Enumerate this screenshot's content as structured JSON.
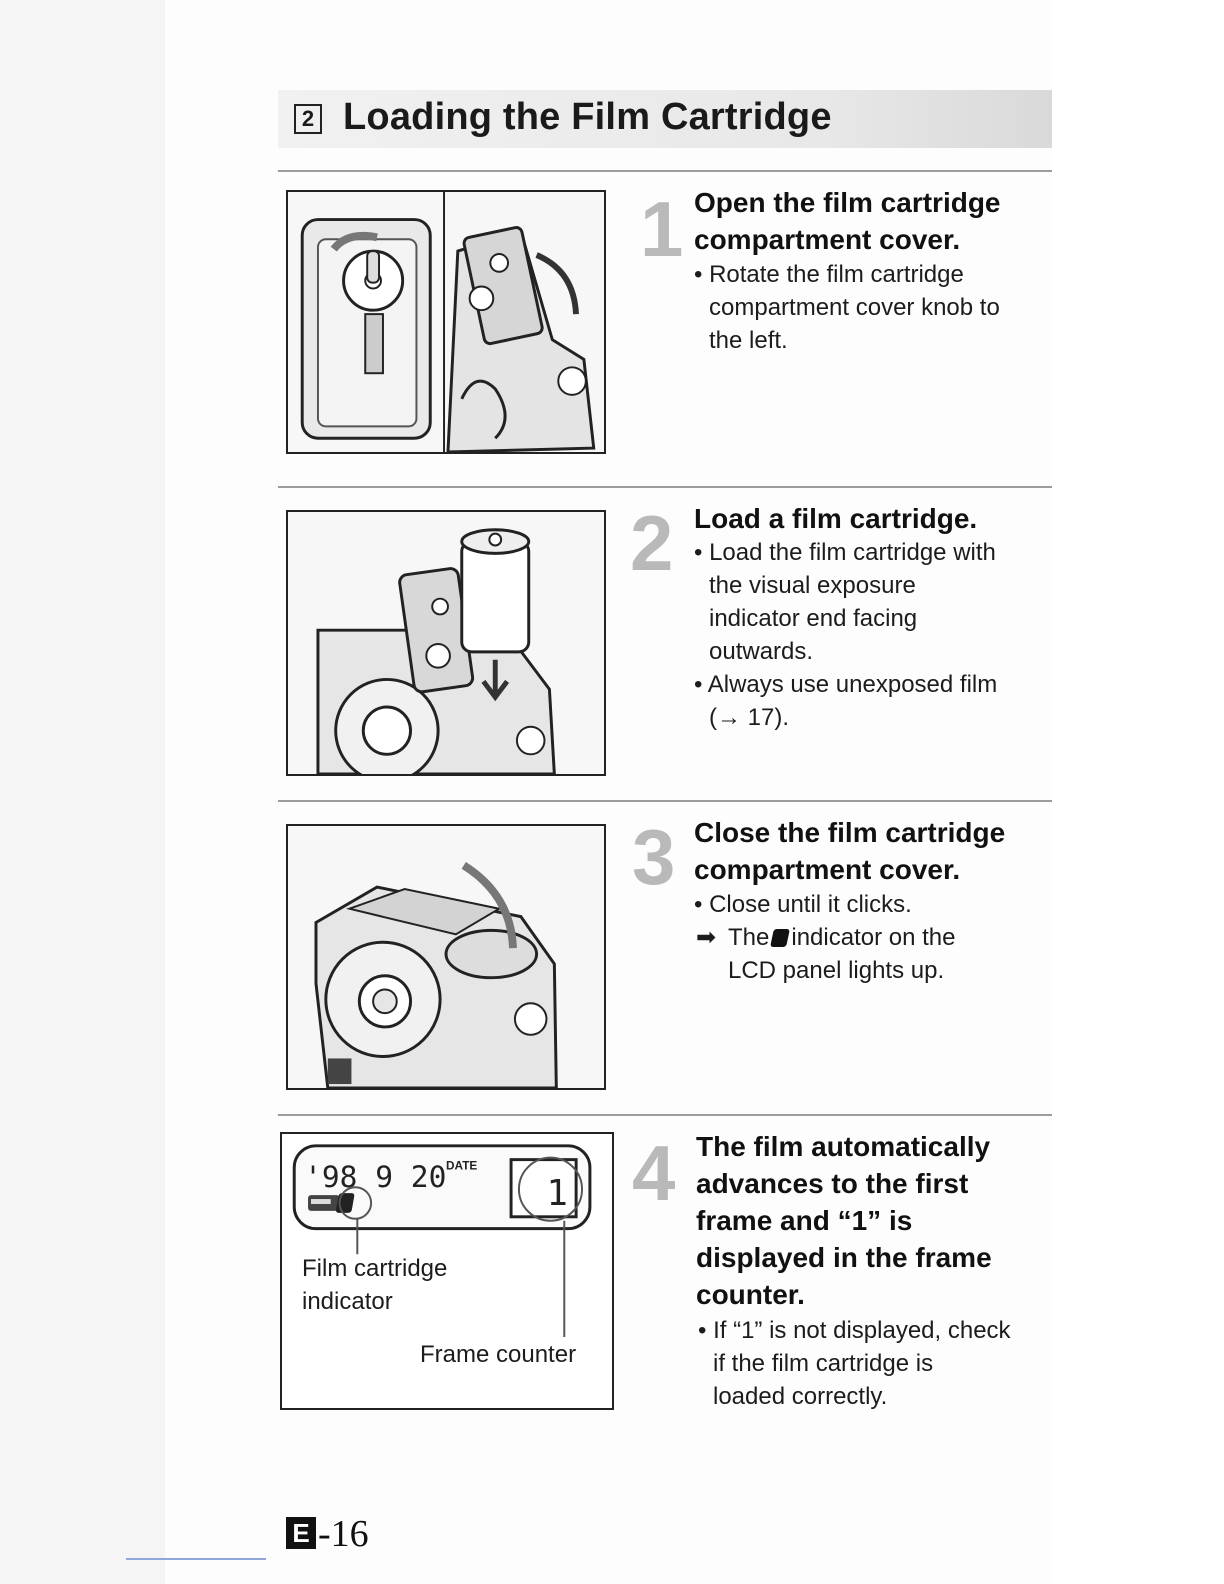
{
  "section": {
    "number": "2",
    "title": "Loading the Film Cartridge"
  },
  "steps": [
    {
      "number": "1",
      "heading": [
        "Open the film cartridge",
        "compartment cover."
      ],
      "bullets": [
        {
          "lines": [
            "• Rotate the film cartridge",
            "compartment cover knob to",
            "the left."
          ]
        }
      ]
    },
    {
      "number": "2",
      "heading": [
        "Load a film cartridge."
      ],
      "bullets": [
        {
          "lines": [
            "• Load the film cartridge with",
            "the visual exposure",
            "indicator end facing",
            "outwards."
          ]
        },
        {
          "lines": [
            "• Always use unexposed film",
            "(→ 17)."
          ]
        }
      ]
    },
    {
      "number": "3",
      "heading": [
        "Close the film cartridge",
        "compartment cover."
      ],
      "bullets": [
        {
          "lines": [
            "• Close until it clicks."
          ]
        },
        {
          "arrow": "➡",
          "pre": "The",
          "post": "indicator on the",
          "line2": "LCD panel lights up."
        }
      ]
    },
    {
      "number": "4",
      "heading": [
        "The film automatically",
        "advances to the first",
        "frame and “1” is",
        "displayed in the frame",
        "counter."
      ],
      "bullets": [
        {
          "lines": [
            "• If “1” is not displayed, check",
            "if the film cartridge is",
            "loaded correctly."
          ]
        }
      ]
    }
  ],
  "lcd": {
    "date": "'98  9 20",
    "date_tag": "DATE",
    "frame": "1",
    "label_cartridge": [
      "Film cartridge",
      "indicator"
    ],
    "label_frame": "Frame counter"
  },
  "footer": {
    "prefix": "E",
    "page": "-16"
  },
  "icons": [
    "film-cartridge-indicator-icon",
    "rotation-arrow-icon",
    "insert-arrow-icon",
    "close-arrow-icon"
  ]
}
